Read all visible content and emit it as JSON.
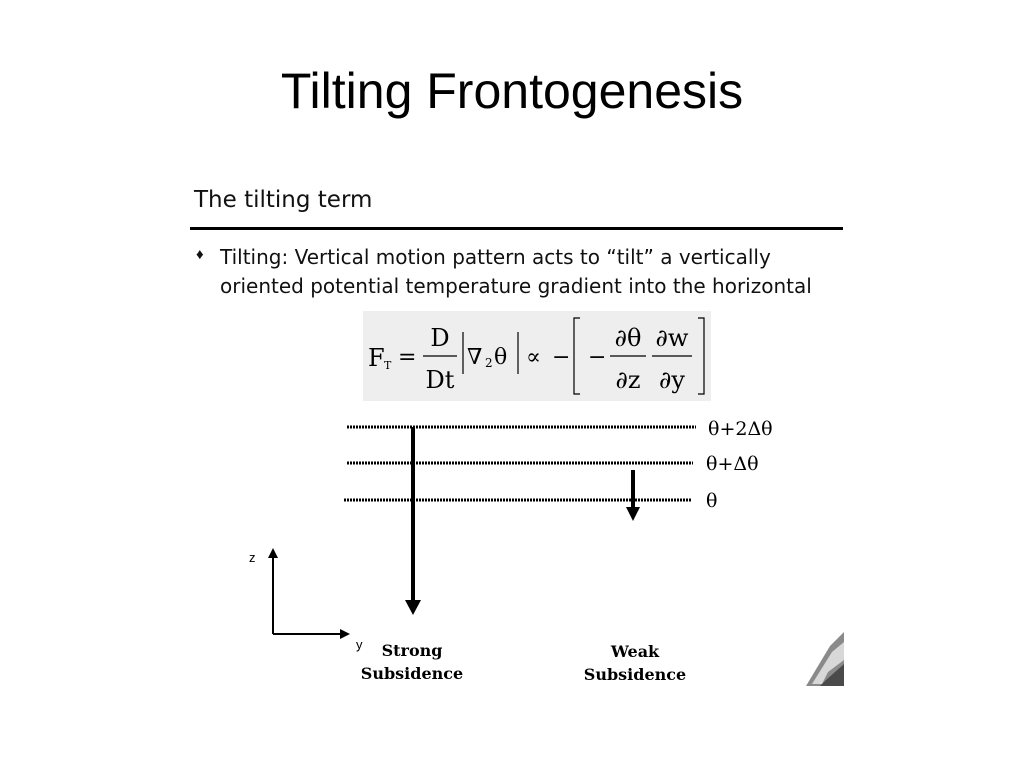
{
  "slide": {
    "title": "Tilting Frontogenesis"
  },
  "panel": {
    "heading": "The tilting term",
    "bullet_text": "Tilting: Vertical motion pattern acts to “tilt” a vertically oriented potential temperature gradient into the horizontal"
  },
  "formula": {
    "lhs": "F",
    "lhs_sub": "T",
    "equals": "=",
    "frac1_num": "D",
    "frac1_den": "Dt",
    "nabla": "∇",
    "nabla_sub": "2",
    "theta": "θ",
    "propto": "∝",
    "minus": "−",
    "frac2_num": "∂θ",
    "frac2_den": "∂z",
    "frac3_num": "∂w",
    "frac3_den": "∂y"
  },
  "diagram": {
    "isentropes": [
      {
        "label": "θ+2Δθ"
      },
      {
        "label": "θ+Δθ"
      },
      {
        "label": "θ"
      }
    ],
    "axes": {
      "z_label": "z",
      "y_label": "y"
    },
    "strong_label_line1": "Strong",
    "strong_label_line2": "Subsidence",
    "weak_label_line1": "Weak",
    "weak_label_line2": "Subsidence"
  },
  "colors": {
    "text": "#000000",
    "formula_background": "#eeeeee"
  },
  "icons": {
    "bullet": "diamond-bullet-icon",
    "logo": "corner-logo-icon"
  }
}
